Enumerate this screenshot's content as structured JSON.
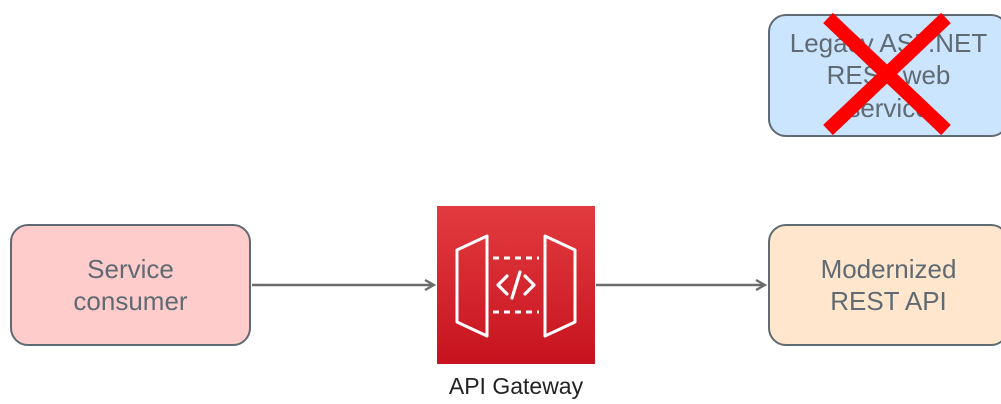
{
  "nodes": {
    "service_consumer": {
      "label": "Service consumer",
      "lines": [
        "Service",
        "consumer"
      ]
    },
    "api_gateway": {
      "label": "API Gateway",
      "icon": "api-gateway-icon"
    },
    "modernized_api": {
      "label": "Modernized REST API",
      "lines": [
        "Modernized",
        "REST API"
      ]
    },
    "legacy_service": {
      "label": "Legacy ASP.NET REST web service",
      "lines": [
        "Legacy ASP.NET",
        "REST web",
        "service"
      ],
      "status": "removed",
      "overlay_icon": "red-x-icon"
    }
  },
  "edges": [
    {
      "from": "service_consumer",
      "to": "api_gateway"
    },
    {
      "from": "api_gateway",
      "to": "modernized_api"
    }
  ],
  "colors": {
    "consumer_fill": "#ffcccc",
    "modernized_fill": "#ffe6cc",
    "legacy_fill": "#cce5ff",
    "box_stroke": "#5f6a73",
    "gateway_red": "#d62631",
    "cross_red": "#ff0000",
    "arrow": "#6b6b6b"
  }
}
